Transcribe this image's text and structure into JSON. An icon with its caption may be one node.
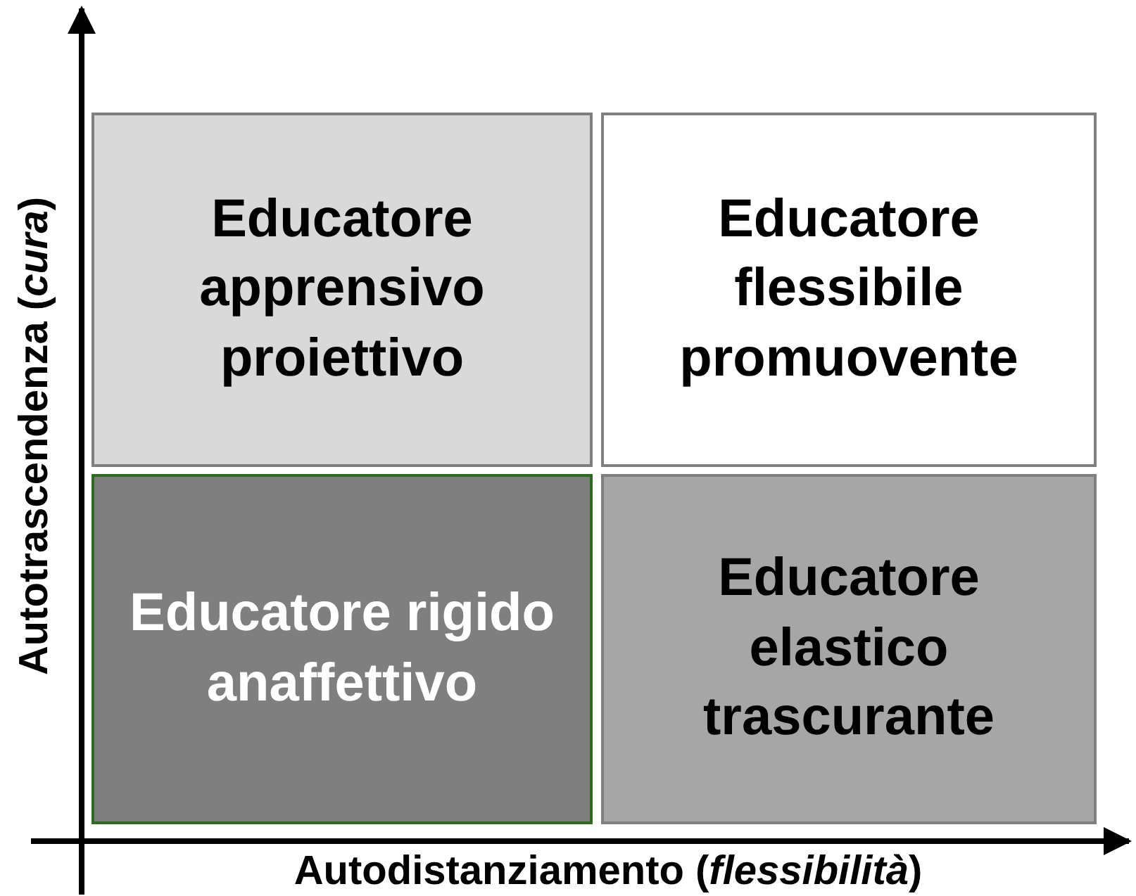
{
  "diagram": {
    "nodes": [
      {
        "text": [
          "Educatore apprensivo proiettivo"
        ]
      },
      {
        "text": [
          "Educatore flessibile promuovente"
        ]
      },
      {
        "text": [
          "Educatore rigido anaffettivo"
        ]
      },
      {
        "text": [
          "Educatore elastico trascurante"
        ]
      }
    ],
    "labels": [
      "Autotrascendenza (*cura*)",
      "Autodistanziamento (*flessibilità*)"
    ]
  }
}
